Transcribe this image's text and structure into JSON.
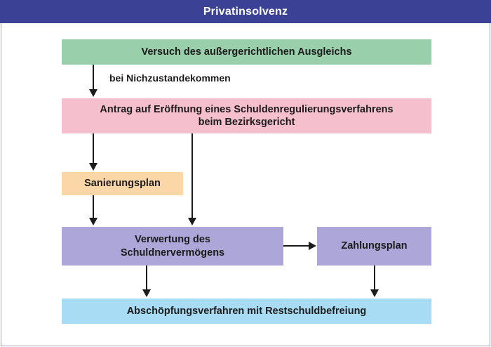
{
  "header": {
    "title": "Privatinsolvenz",
    "background_color": "#3b4295",
    "text_color": "#ffffff"
  },
  "diagram": {
    "type": "flowchart",
    "orientation": "top-to-bottom",
    "nodes": [
      {
        "id": "aussergerichtlicher",
        "label": "Versuch des außergerichtlichen Ausgleichs",
        "color": "#9acfac"
      },
      {
        "id": "antrag",
        "line1": "Antrag auf Eröffnung eines Schuldenregulierungsverfahrens",
        "line2": "beim Bezirksgericht",
        "color": "#f5bfce"
      },
      {
        "id": "sanierungsplan",
        "label": "Sanierungsplan",
        "color": "#fbd7a8"
      },
      {
        "id": "verwertung",
        "line1": "Verwertung des",
        "line2": "Schuldnervermögens",
        "color": "#ada6d8"
      },
      {
        "id": "zahlungsplan",
        "label": "Zahlungsplan",
        "color": "#ada6d8"
      },
      {
        "id": "abschoepfung",
        "label": "Abschöpfungsverfahren mit Restschuldbefreiung",
        "color": "#a8dcf4"
      }
    ],
    "edges": [
      {
        "from": "aussergerichtlicher",
        "to": "antrag",
        "label": "bei Nichzustandekommen"
      },
      {
        "from": "antrag",
        "to": "sanierungsplan",
        "label": ""
      },
      {
        "from": "antrag",
        "to": "verwertung",
        "label": ""
      },
      {
        "from": "sanierungsplan",
        "to": "verwertung",
        "label": ""
      },
      {
        "from": "verwertung",
        "to": "zahlungsplan",
        "label": ""
      },
      {
        "from": "verwertung",
        "to": "abschoepfung",
        "label": ""
      },
      {
        "from": "zahlungsplan",
        "to": "abschoepfung",
        "label": ""
      }
    ],
    "arrow_color": "#1b1b1b"
  }
}
